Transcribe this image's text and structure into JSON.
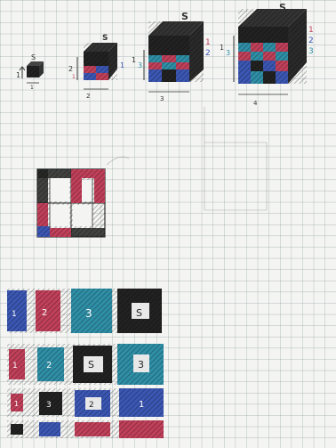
{
  "colors": {
    "paper": "#f4f4f2",
    "grid": "#9aa7ad",
    "ink": "#3a3a3a",
    "black": "#222222",
    "red": "#c0405a",
    "teal": "#2f8fa6",
    "blue": "#3b57b3",
    "pencil": "#555555"
  },
  "labels": {
    "s": "S",
    "n1": "1",
    "n2": "2",
    "n3": "3",
    "n4": "4"
  },
  "stacks": [
    {
      "size": 1,
      "layers": [
        "black"
      ]
    },
    {
      "size": 2,
      "layers": [
        "black",
        "red",
        "blue"
      ]
    },
    {
      "size": 3,
      "layers": [
        "black",
        "teal",
        "red",
        "blue"
      ]
    },
    {
      "size": 4,
      "layers": [
        "black",
        "teal",
        "red",
        "teal",
        "blue"
      ]
    }
  ],
  "legend_rows": [
    [
      "1",
      "2",
      "3",
      "S"
    ],
    [
      "1",
      "2",
      "S",
      "3"
    ],
    [
      "1",
      "3",
      "2",
      "1"
    ]
  ]
}
